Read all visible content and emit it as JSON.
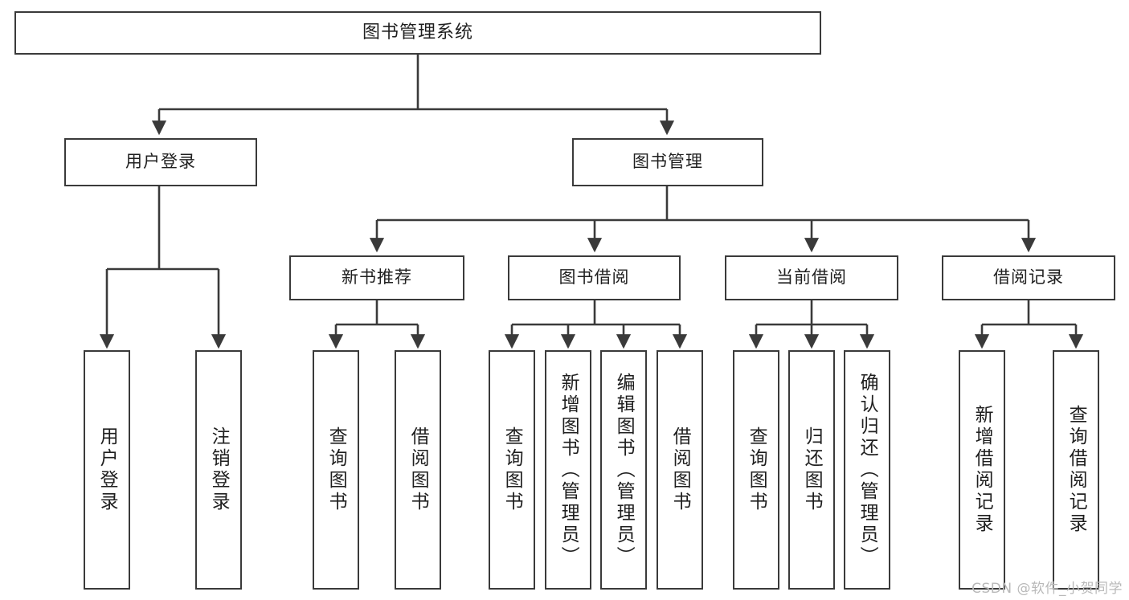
{
  "diagram": {
    "title": "图书管理系统",
    "type": "tree-hierarchy",
    "watermark": "CSDN @软件_小贺同学",
    "colors": {
      "box_border": "#3a3a3a",
      "box_fill": "#ffffff",
      "connector": "#3a3a3a",
      "text": "#1f1f1f",
      "watermark": "#b9b9b9",
      "background": "#ffffff"
    }
  },
  "nodes": {
    "root": {
      "label": "图书管理系统"
    },
    "level2": [
      {
        "id": "user-login",
        "label": "用户登录"
      },
      {
        "id": "book-manage",
        "label": "图书管理"
      }
    ],
    "level3": [
      {
        "id": "new-book-rec",
        "label": "新书推荐"
      },
      {
        "id": "book-borrow",
        "label": "图书借阅"
      },
      {
        "id": "current-borrow",
        "label": "当前借阅"
      },
      {
        "id": "borrow-record",
        "label": "借阅记录"
      }
    ],
    "leaves": {
      "user_login": [
        {
          "id": "leaf-user-login",
          "label": "用户登录"
        },
        {
          "id": "leaf-user-logout",
          "label": "注销登录"
        }
      ],
      "new_book_rec": [
        {
          "id": "leaf-query-book-1",
          "label": "查询图书"
        },
        {
          "id": "leaf-borrow-book-1",
          "label": "借阅图书"
        }
      ],
      "book_borrow": [
        {
          "id": "leaf-query-book-2",
          "label": "查询图书"
        },
        {
          "id": "leaf-add-book",
          "label": "新增图书（管理员）"
        },
        {
          "id": "leaf-edit-book",
          "label": "编辑图书（管理员）"
        },
        {
          "id": "leaf-borrow-book-2",
          "label": "借阅图书"
        }
      ],
      "current_borrow": [
        {
          "id": "leaf-query-book-3",
          "label": "查询图书"
        },
        {
          "id": "leaf-return-book",
          "label": "归还图书"
        },
        {
          "id": "leaf-confirm-return",
          "label": "确认归还（管理员）"
        }
      ],
      "borrow_record": [
        {
          "id": "leaf-add-record",
          "label": "新增借阅记录"
        },
        {
          "id": "leaf-query-record",
          "label": "查询借阅记录"
        }
      ]
    }
  }
}
